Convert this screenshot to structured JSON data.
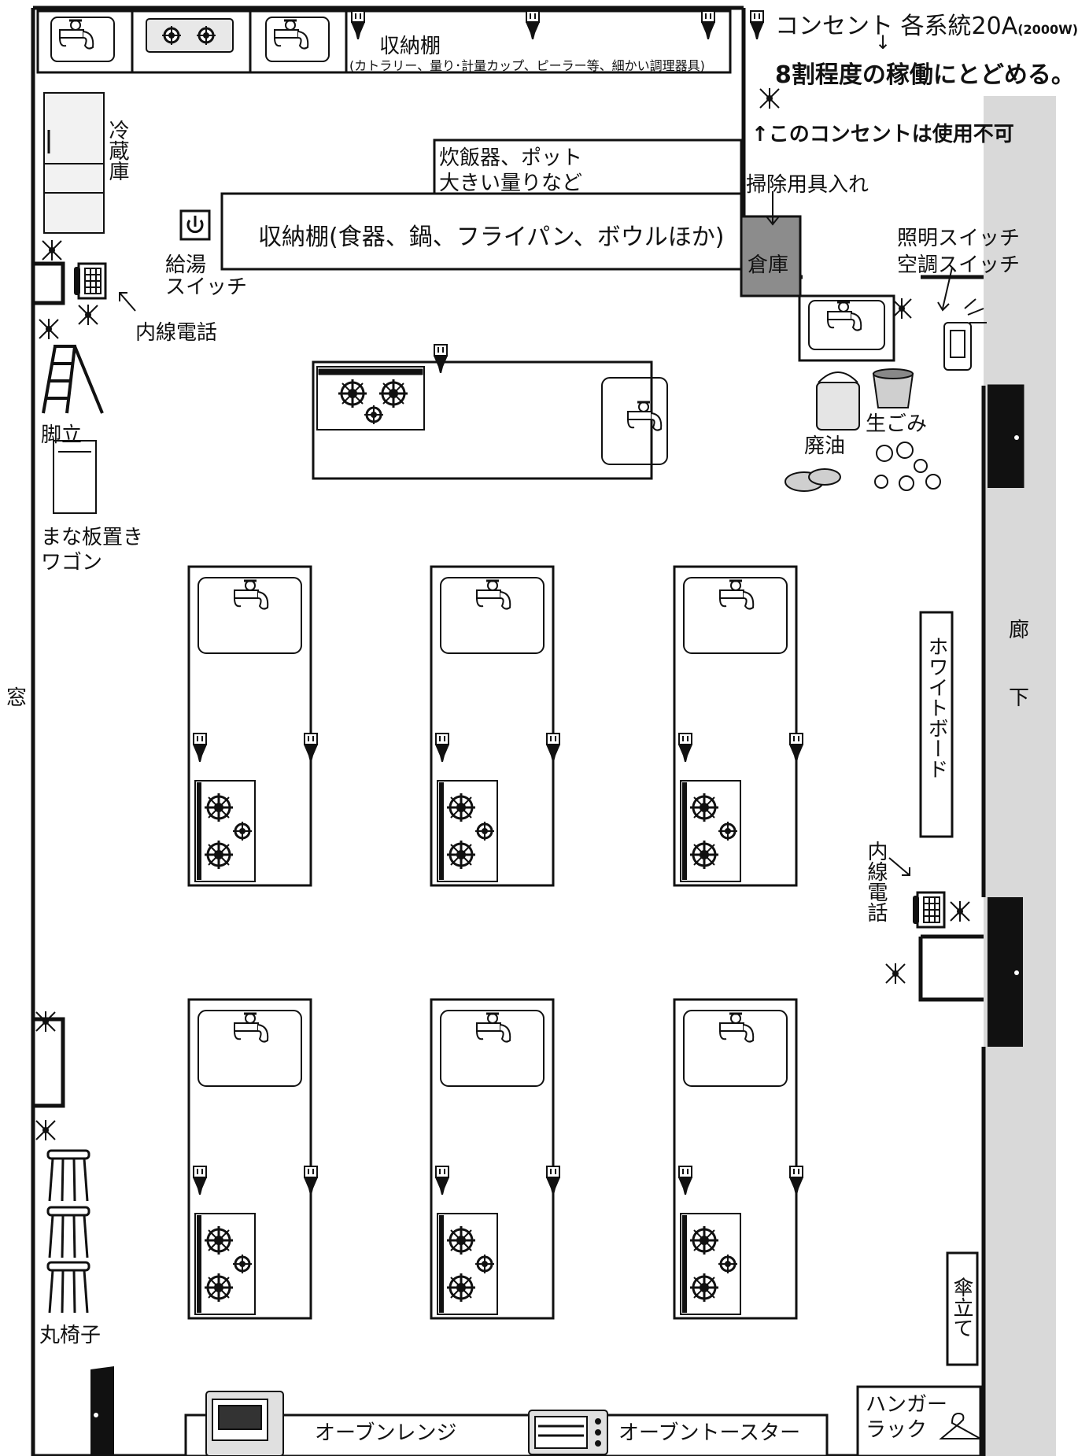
{
  "labels": {
    "outlet_spec": "コンセント 各系統20A",
    "outlet_watt": "(2000W)",
    "down_arrow": "↓",
    "operation_note": "8割程度の稼働にとどめる。",
    "unusable_note": "↑このコンセントは使用不可",
    "shelf_top": "収納棚",
    "shelf_top_sub": "(カトラリー、量り･計量カップ、ピーラー等、細かい調理器具)",
    "fridge": "冷蔵庫",
    "rice_cooker": "炊飯器、ポット",
    "big_scales": "大きい量りなど",
    "shelf_main": "収納棚(食器、鍋、フライパン、ボウルほか)",
    "water_heater_switch_1": "給湯",
    "water_heater_switch_2": "スイッチ",
    "cleaning_tools": "掃除用具入れ",
    "storage": "倉庫",
    "light_switch": "照明スイッチ",
    "ac_switch": "空調スイッチ",
    "extension_phone_left": "内線電話",
    "stepladder": "脚立",
    "waste_oil": "廃油",
    "food_waste": "生ごみ",
    "cutting_board_wagon_1": "まな板置き",
    "cutting_board_wagon_2": "ワゴン",
    "window": "窓",
    "corridor_1": "廊",
    "corridor_2": "下",
    "whiteboard": "ホワイトボード",
    "extension_phone_right": "内線電話",
    "stools": "丸椅子",
    "umbrella_stand": "傘立て",
    "hanger_rack_1": "ハンガー",
    "hanger_rack_2": "ラック",
    "microwave_oven": "オーブンレンジ",
    "toaster_oven": "オーブントースター"
  },
  "colors": {
    "wall": "#111111",
    "corridor": "#d9d9d9",
    "storage_fill": "#8c8c8c"
  },
  "icons": {
    "outlet": "outlet-icon",
    "unusable_outlet": "unusable-outlet-icon",
    "faucet": "faucet-icon",
    "stove": "gas-stove-icon",
    "phone": "phone-icon",
    "power": "power-icon",
    "fire_alarm": "fire-alarm-icon"
  }
}
